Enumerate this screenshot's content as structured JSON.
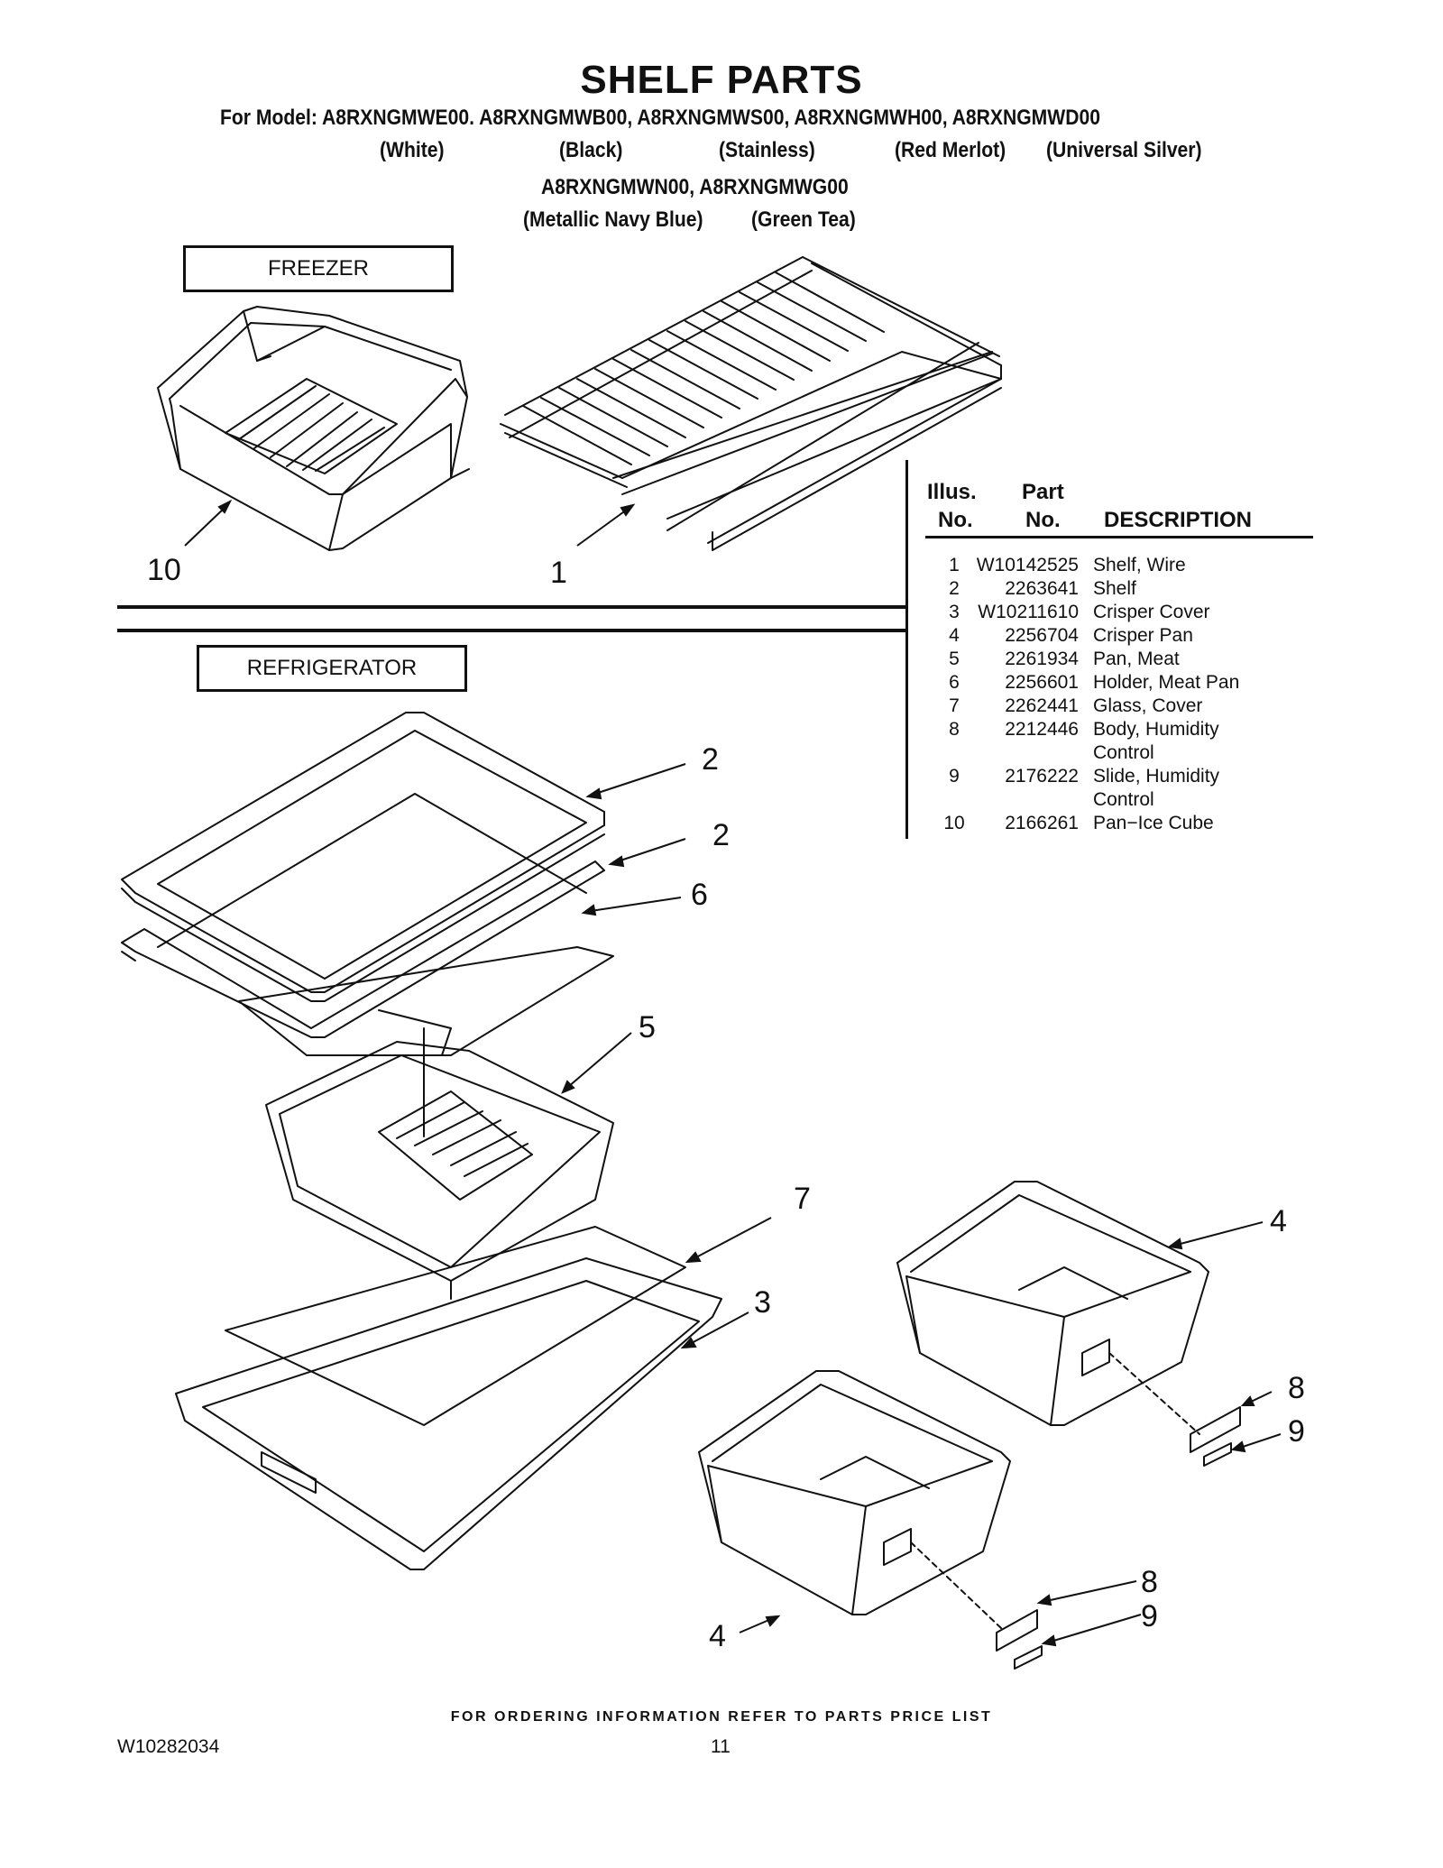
{
  "header": {
    "title": "SHELF PARTS",
    "model_line1": "For Model: A8RXNGMWE00. A8RXNGMWB00, A8RXNGMWS00, A8RXNGMWH00, A8RXNGMWD00",
    "colors1": [
      "(White)",
      "(Black)",
      "(Stainless)",
      "(Red Merlot)",
      "(Universal Silver)"
    ],
    "model_line2": "A8RXNGMWN00, A8RXNGMWG00",
    "colors2": [
      "(Metallic Navy Blue)",
      "(Green Tea)"
    ]
  },
  "sections": {
    "freezer": "FREEZER",
    "refrigerator": "REFRIGERATOR"
  },
  "callouts": {
    "c10": "10",
    "c1": "1",
    "c2a": "2",
    "c2b": "2",
    "c6": "6",
    "c5": "5",
    "c7": "7",
    "c3": "3",
    "c4a": "4",
    "c4b": "4",
    "c8a": "8",
    "c9a": "9",
    "c8b": "8",
    "c9b": "9"
  },
  "parts_table": {
    "headers": {
      "illus_line1": "Illus.",
      "illus_line2": "No.",
      "part_line1": "Part",
      "part_line2": "No.",
      "description": "DESCRIPTION"
    },
    "rows": [
      {
        "no": "1",
        "part": "W10142525",
        "desc": "Shelf, Wire"
      },
      {
        "no": "2",
        "part": "2263641",
        "desc": "Shelf"
      },
      {
        "no": "3",
        "part": "W10211610",
        "desc": "Crisper Cover"
      },
      {
        "no": "4",
        "part": "2256704",
        "desc": "Crisper Pan"
      },
      {
        "no": "5",
        "part": "2261934",
        "desc": "Pan, Meat"
      },
      {
        "no": "6",
        "part": "2256601",
        "desc": "Holder, Meat Pan"
      },
      {
        "no": "7",
        "part": "2262441",
        "desc": "Glass, Cover"
      },
      {
        "no": "8",
        "part": "2212446",
        "desc": "Body, Humidity Control"
      },
      {
        "no": "9",
        "part": "2176222",
        "desc": "Slide, Humidity Control"
      },
      {
        "no": "10",
        "part": "2166261",
        "desc": "Pan−Ice Cube"
      }
    ]
  },
  "footer": {
    "note": "FOR ORDERING INFORMATION REFER TO PARTS PRICE LIST",
    "doc_number": "W10282034",
    "page_number": "11"
  }
}
